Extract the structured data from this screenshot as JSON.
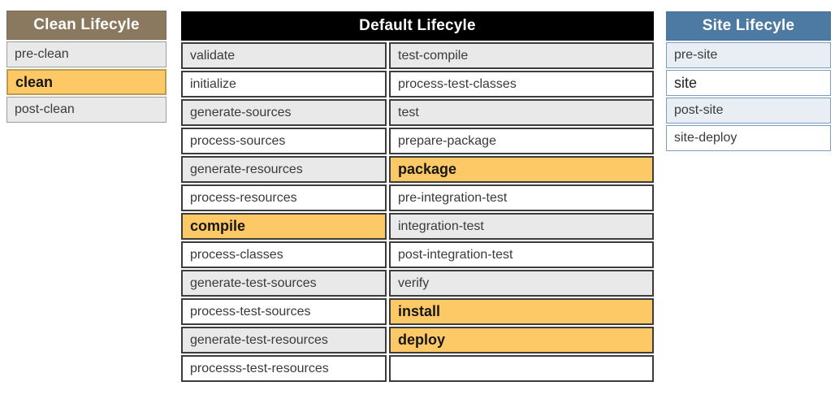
{
  "clean_lifecycle": {
    "title": "Clean Lifecyle",
    "phases": [
      {
        "label": "pre-clean",
        "emphasis": false
      },
      {
        "label": "clean",
        "emphasis": true
      },
      {
        "label": "post-clean",
        "emphasis": false
      }
    ]
  },
  "default_lifecycle": {
    "title": "Default Lifecyle",
    "rows": [
      {
        "left": {
          "label": "validate",
          "emphasis": false
        },
        "right": {
          "label": "test-compile",
          "emphasis": false
        }
      },
      {
        "left": {
          "label": "initialize",
          "emphasis": false
        },
        "right": {
          "label": "process-test-classes",
          "emphasis": false
        }
      },
      {
        "left": {
          "label": "generate-sources",
          "emphasis": false
        },
        "right": {
          "label": "test",
          "emphasis": false
        }
      },
      {
        "left": {
          "label": "process-sources",
          "emphasis": false
        },
        "right": {
          "label": "prepare-package",
          "emphasis": false
        }
      },
      {
        "left": {
          "label": "generate-resources",
          "emphasis": false
        },
        "right": {
          "label": "package",
          "emphasis": true
        }
      },
      {
        "left": {
          "label": "process-resources",
          "emphasis": false
        },
        "right": {
          "label": "pre-integration-test",
          "emphasis": false
        }
      },
      {
        "left": {
          "label": "compile",
          "emphasis": true
        },
        "right": {
          "label": "integration-test",
          "emphasis": false
        }
      },
      {
        "left": {
          "label": "process-classes",
          "emphasis": false
        },
        "right": {
          "label": "post-integration-test",
          "emphasis": false
        }
      },
      {
        "left": {
          "label": "generate-test-sources",
          "emphasis": false
        },
        "right": {
          "label": "verify",
          "emphasis": false
        }
      },
      {
        "left": {
          "label": "process-test-sources",
          "emphasis": false
        },
        "right": {
          "label": "install",
          "emphasis": true
        }
      },
      {
        "left": {
          "label": "generate-test-resources",
          "emphasis": false
        },
        "right": {
          "label": "deploy",
          "emphasis": true
        }
      },
      {
        "left": {
          "label": "processs-test-resources",
          "emphasis": false
        },
        "right": {
          "label": "",
          "emphasis": false
        }
      }
    ]
  },
  "site_lifecycle": {
    "title": "Site Lifecyle",
    "phases": [
      {
        "label": "pre-site",
        "emphasis": false
      },
      {
        "label": "site",
        "emphasis": true
      },
      {
        "label": "post-site",
        "emphasis": false
      },
      {
        "label": "site-deploy",
        "emphasis": false
      }
    ]
  },
  "colors": {
    "clean_header_bg": "#8A795E",
    "default_header_bg": "#000000",
    "site_header_bg": "#4D7AA3",
    "highlight_bg": "#FDC966",
    "highlight_border": "#C09B4F",
    "shaded_row_bg": "#E9E9E9",
    "site_shaded_row_bg": "#E9EEF4",
    "clean_border": "#9E9E9E",
    "default_border": "#3C3C3C",
    "site_border": "#7E9EC1"
  }
}
